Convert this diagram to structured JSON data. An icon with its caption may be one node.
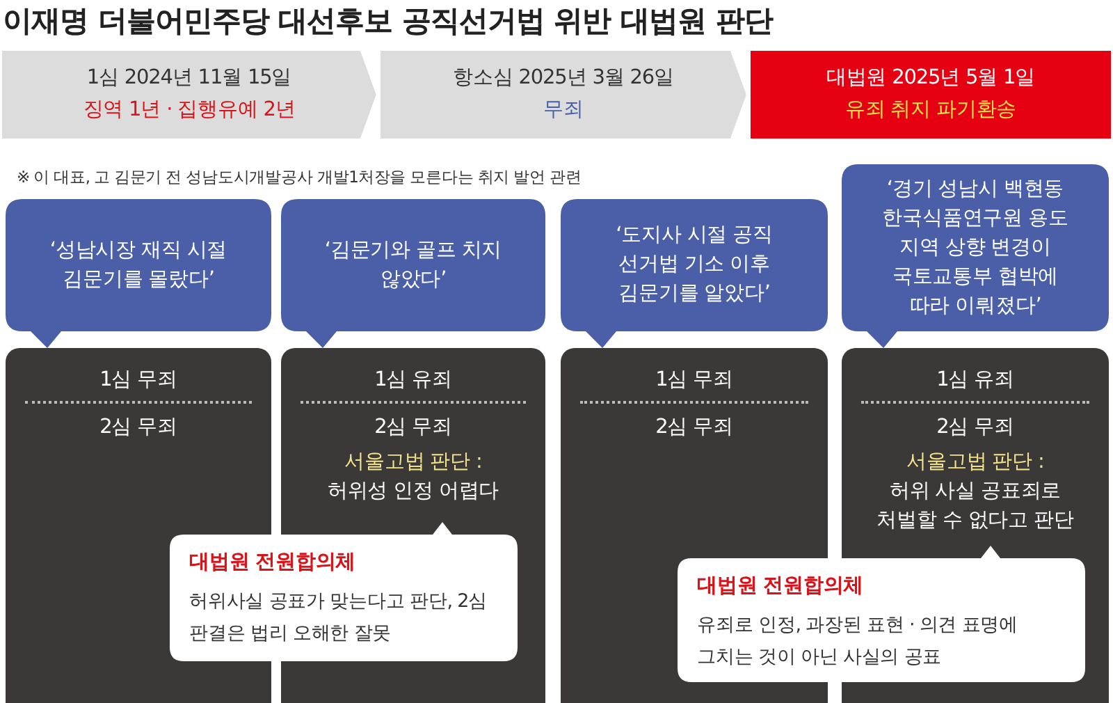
{
  "diagram": {
    "title": "이재명 더불어민주당 대선후보 공직선거법 위반 대법원 판단",
    "nodes": [
      {
        "text": [
          "1심 2024년 11월 15일",
          "징역 1년 · 집행유예 2년"
        ]
      },
      {
        "text": [
          "항소심 2025년 3월 26일",
          "무죄"
        ]
      },
      {
        "text": [
          "대법원 2025년 5월 1일",
          "유죄 취지 파기환송"
        ]
      },
      {
        "text": [
          "‘성남시장 재직 시절 김문기를 몰랐다’"
        ]
      },
      {
        "text": [
          "‘김문기와 골프 치지 않았다’"
        ]
      },
      {
        "text": [
          "‘도지사 시절 공직 선거법 기소 이후 김문기를 알았다’"
        ]
      },
      {
        "text": [
          "‘경기 성남시 백현동 한국식품연구원 용도 지역 상향 변경이 국토교통부 협박에 따라 이뤄졌다’"
        ]
      },
      {
        "text": [
          "1심 무죄",
          "2심 무죄"
        ]
      },
      {
        "text": [
          "1심 유죄",
          "2심 무죄",
          "서울고법 판단 :",
          "허위성 인정 어렵다"
        ]
      },
      {
        "text": [
          "1심 무죄",
          "2심 무죄"
        ]
      },
      {
        "text": [
          "1심 유죄",
          "2심 무죄",
          "서울고법 판단 :",
          "허위 사실 공표죄로 처벌할 수 없다고 판단"
        ]
      },
      {
        "text": [
          "대법원 전원합의체",
          "허위사실 공표가 맞는다고 판단, 2심 판결은 법리 오해한 잘못"
        ]
      },
      {
        "text": [
          "대법원 전원합의체",
          "유죄로 인정, 과장된 표현 · 의견 표명에 그치는 것이 아닌 사실의 공표"
        ]
      }
    ],
    "labels": [
      "※ 이 대표, 고 김문기 전 성남도시개발공사 개발1처장을 모른다는 취지 발언 관련"
    ]
  }
}
